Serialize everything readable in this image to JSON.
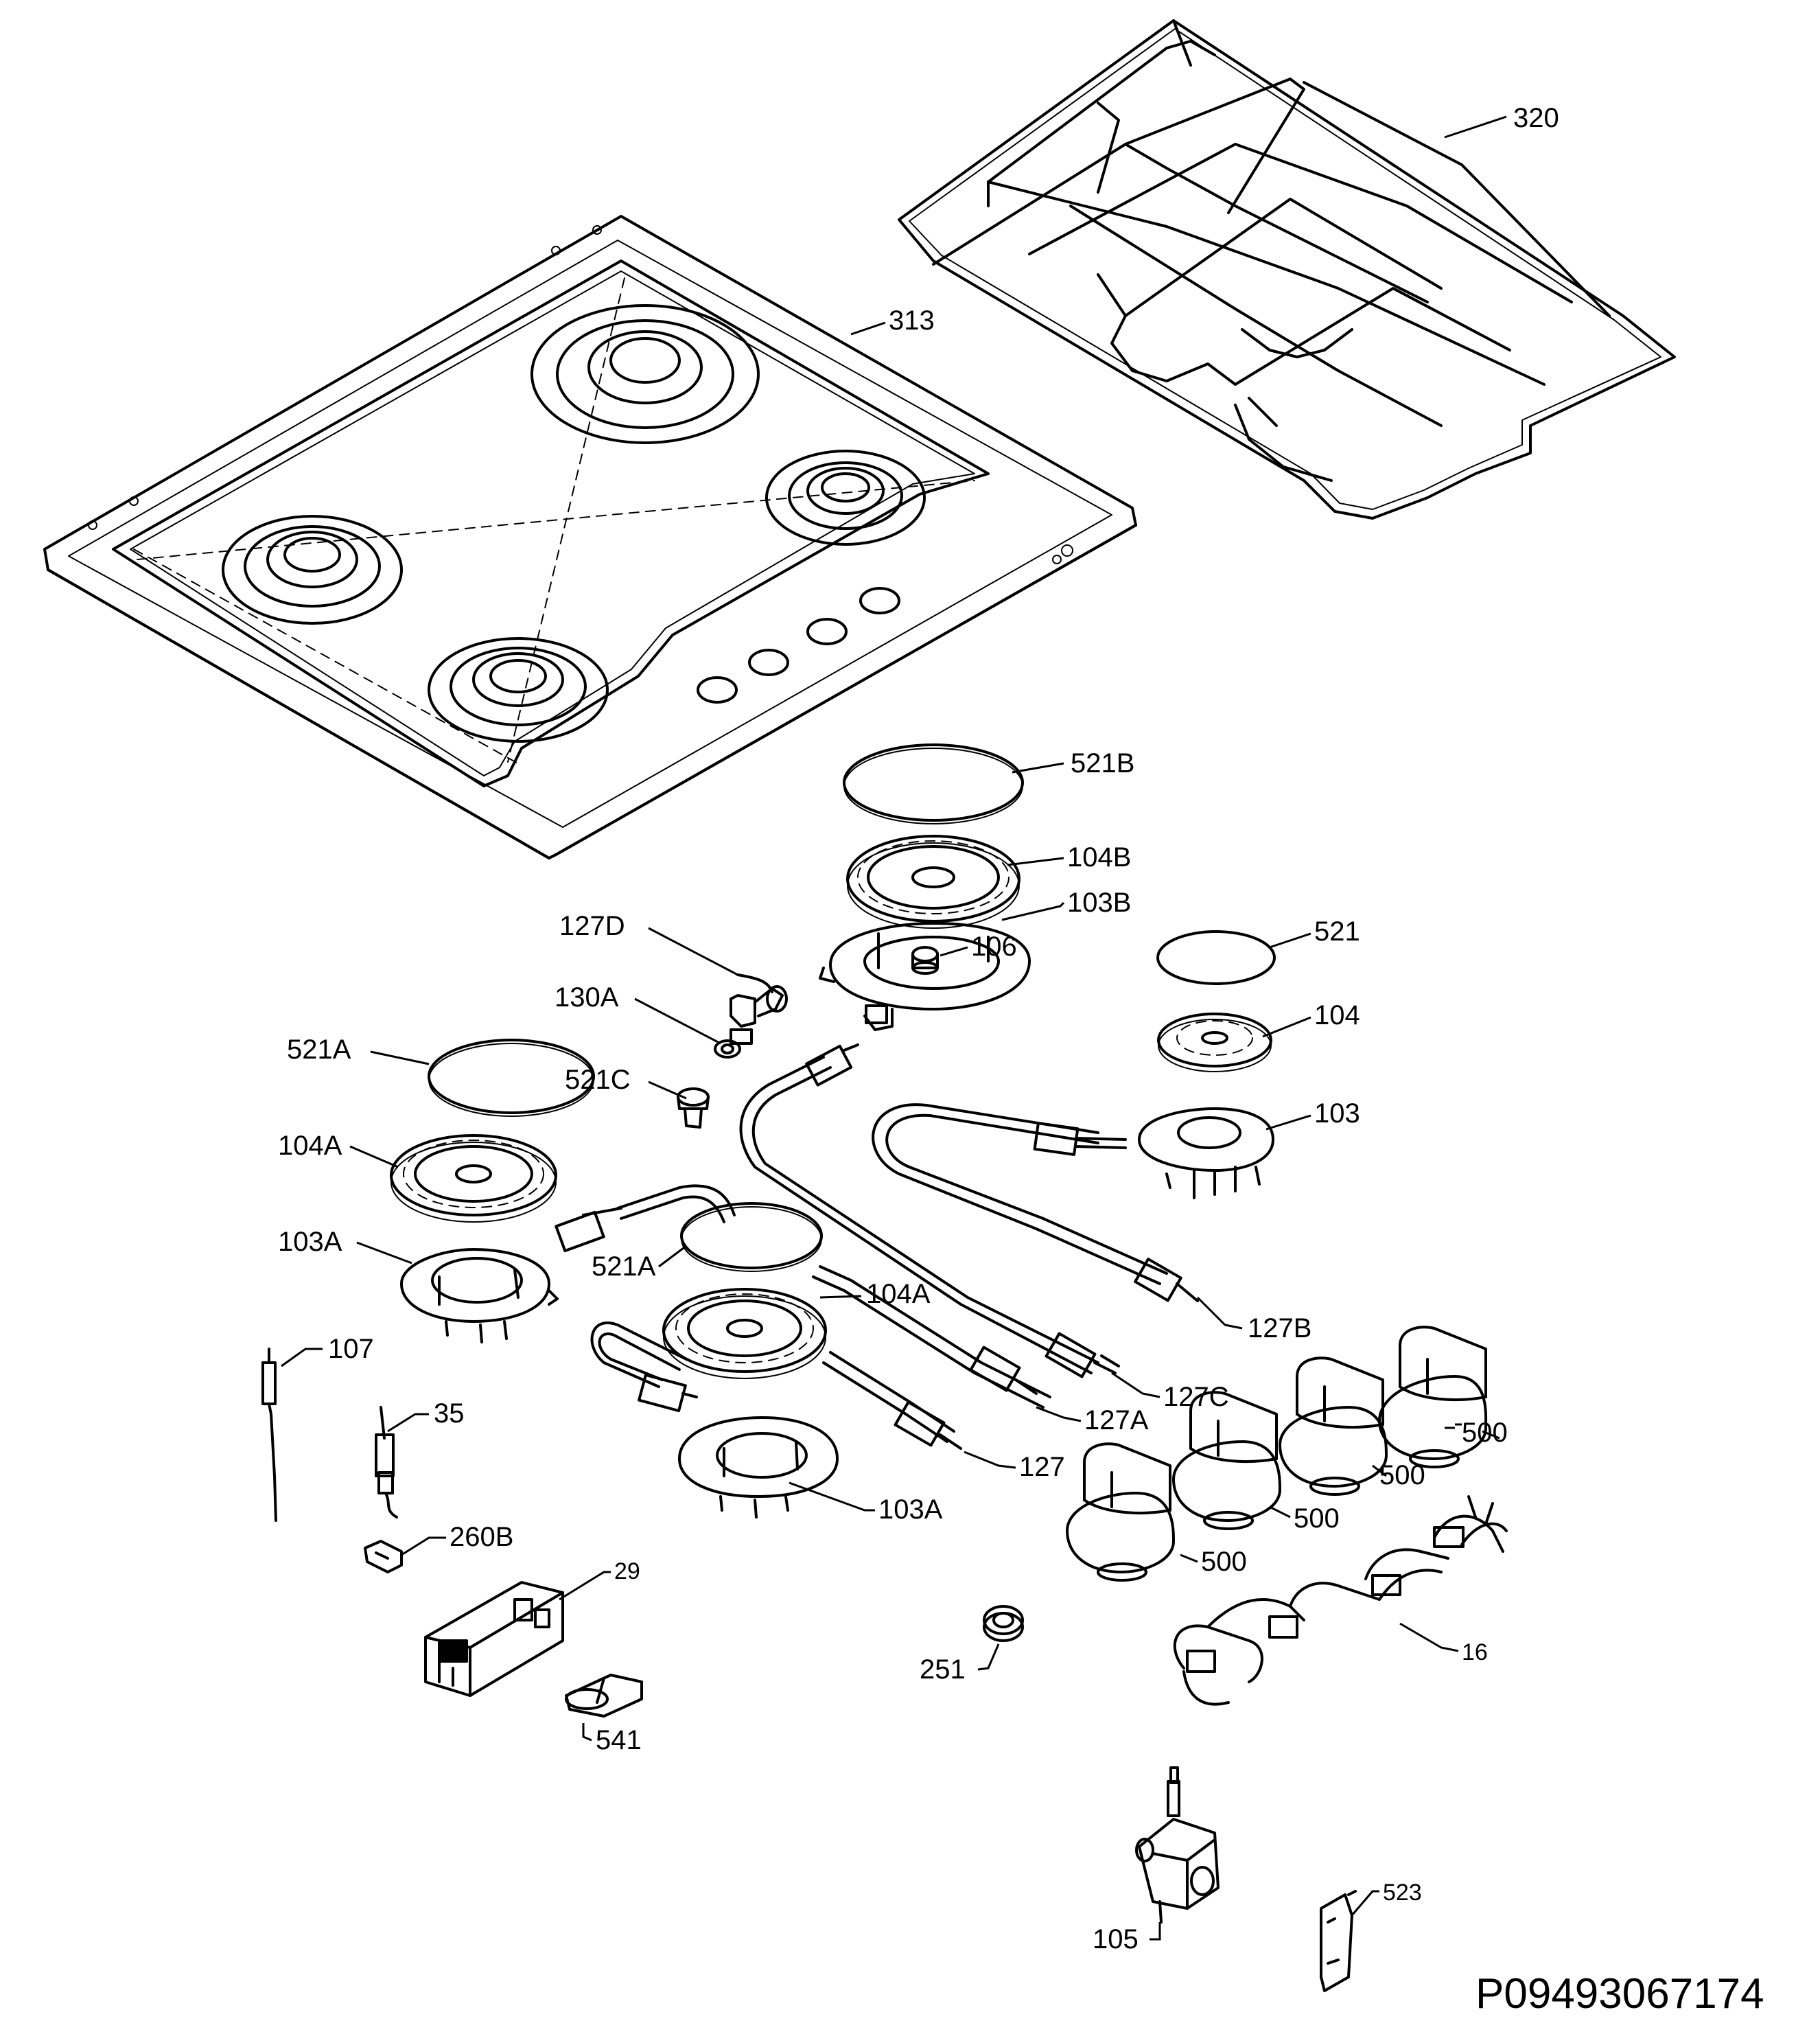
{
  "labels": {
    "grate": "320",
    "hob_top": "313",
    "cap_b": "521B",
    "crown_b": "104B",
    "cup_b": "103B",
    "injector": "106",
    "elbow": "127D",
    "seal": "130A",
    "cap_small": "521",
    "crown_small": "104",
    "cup_small": "103",
    "cap_a_left": "521A",
    "plug": "521C",
    "crown_a_left": "104A",
    "cup_a_left": "103A",
    "cap_a_mid": "521A",
    "crown_a_mid": "104A",
    "pipe_b": "127B",
    "pipe_c": "127C",
    "pipe_a": "127A",
    "pipe": "127",
    "cup_a_mid": "103A",
    "thermocouple": "107",
    "electrode": "35",
    "clip": "260B",
    "ignition_module": "29",
    "connector": "541",
    "grommet": "251",
    "knob_1": "500",
    "knob_2": "500",
    "knob_3": "500",
    "knob_4": "500",
    "wiring": "16",
    "tap": "105",
    "bracket": "523"
  },
  "drawing_code": "P09493067174"
}
